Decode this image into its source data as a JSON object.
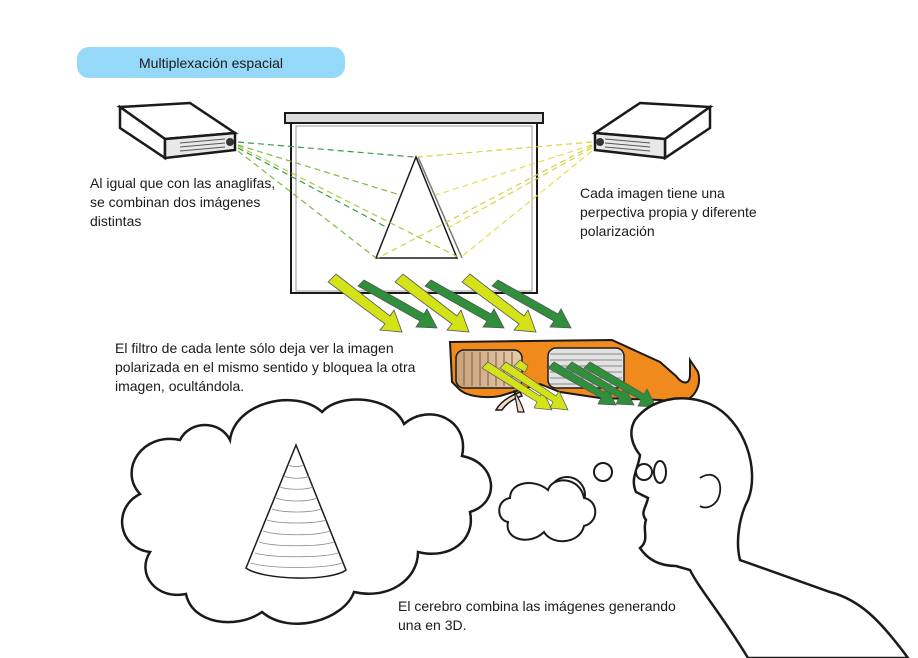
{
  "title": "Multiplexación espacial",
  "captions": {
    "combine": "Al igual que con las anaglifas,\nse combinan dos imágenes\ndistintas",
    "polarization": "Cada imagen tiene una\nperpectiva propia y diferente\npolarización",
    "filter": "El filtro de cada lente sólo deja ver la imagen\npolarizada en el mismo sentido y bloquea la otra\nimagen, ocultándola.",
    "brain": "El cerebro combina las imágenes generando\nuna en 3D."
  },
  "icons": [
    "projector-left-icon",
    "projector-right-icon",
    "projection-screen-icon",
    "polarized-glasses-icon",
    "head-profile-icon",
    "thought-cloud-icon",
    "cone-icon"
  ],
  "colors": {
    "title_background": "#96d8f7",
    "yellow_beam": "#d4e21a",
    "green_beam": "#2f8f3a",
    "glasses_frame": "#f08a1c",
    "outline": "#1a1a1a"
  }
}
